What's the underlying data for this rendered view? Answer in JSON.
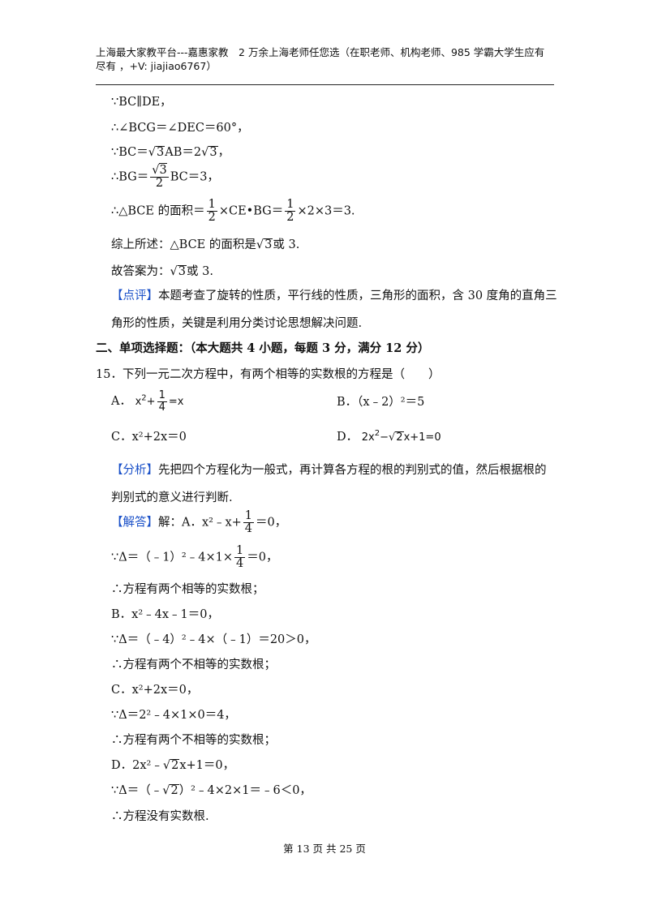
{
  "header": {
    "text": "上海最大家教平台---嘉惠家教　2 万余上海老师任您选（在职老师、机构老师、985 学霸大学生应有尽有 ，+V: jiajiao6767）"
  },
  "lines": {
    "l1": "∵BC∥DE，",
    "l2": "∴∠BCG＝∠DEC＝60°，",
    "l3a": "∵BC＝",
    "l3b": "AB＝2",
    "l3c": "，",
    "l4a": "∴BG＝",
    "l4b": "BC＝3，",
    "l5a": "∴△BCE 的面积＝",
    "l5b": "×CE•BG＝",
    "l5c": "×2×3＝3.",
    "l6a": "综上所述：△BCE 的面积是",
    "l6b": "或 3.",
    "l7a": "故答案为：",
    "l7b": "或 3."
  },
  "review": {
    "tag": "【点评】",
    "text": "本题考查了旋转的性质，平行线的性质，三角形的面积，含 30 度角的直角三角形的性质，关键是利用分类讨论思想解决问题."
  },
  "section": {
    "title": "二、单项选择题：（本大题共 4 小题，每题 3 分，满分 12 分）"
  },
  "question": {
    "stem": "15．下列一元二次方程中，有两个相等的实数根的方程是（　　）",
    "optA_label": "A．",
    "optA_a": "x",
    "optA_b": "+",
    "optA_c": "=x",
    "optB": "B．（x﹣2）²＝5",
    "optC": "C．x²+2x＝0",
    "optD_label": "D．",
    "optD_a": "2x",
    "optD_b": "−",
    "optD_c": "x+1=0"
  },
  "analysis": {
    "tag": "【分析】",
    "text": "先把四个方程化为一般式，再计算各方程的根的判别式的值，然后根据根的判别式的意义进行判断."
  },
  "solution": {
    "tag": "【解答】",
    "s1a": "解：A．x²﹣x+",
    "s1b": "＝0，",
    "s2a": "∵Δ＝（﹣1）²﹣4×1×",
    "s2b": "＝0，",
    "s3": "∴方程有两个相等的实数根；",
    "s4": "B．x²﹣4x﹣1＝0，",
    "s5": "∵Δ＝（﹣4）²﹣4×（﹣1）＝20＞0，",
    "s6": "∴方程有两个不相等的实数根；",
    "s7": "C．x²+2x＝0，",
    "s8": "∵Δ＝2²﹣4×1×0＝4，",
    "s9": "∴方程有两个不相等的实数根；",
    "s10a": "D．2x²﹣",
    "s10b": "x+1＝0，",
    "s11a": "∵Δ＝（﹣",
    "s11b": "）²﹣4×2×1＝﹣6＜0，",
    "s12": "∴方程没有实数根."
  },
  "math": {
    "one": "1",
    "two": "2",
    "three": "3",
    "four": "4",
    "sqrt": "√"
  },
  "footer": {
    "text": "第 13 页 共 25 页"
  }
}
